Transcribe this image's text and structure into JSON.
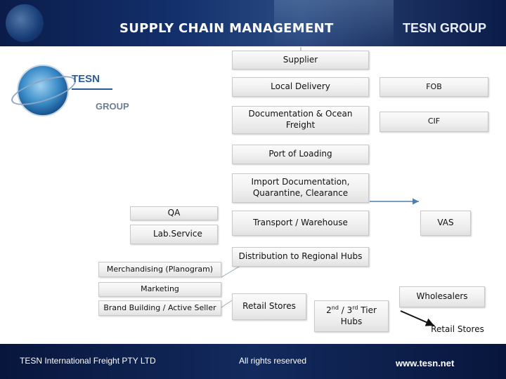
{
  "header": {
    "title": "SUPPLY CHAIN MANAGEMENT",
    "brand": "TESN GROUP"
  },
  "logo": {
    "tesn": "TESN",
    "group": "GROUP"
  },
  "flow": {
    "supplier": "Supplier",
    "local_delivery": "Local Delivery",
    "doc_ocean_line1": "Documentation & Ocean",
    "doc_ocean_line2": "Freight",
    "port_of_loading": "Port of Loading",
    "import_line1": "Import Documentation,",
    "import_line2": "Quarantine, Clearance",
    "transport_warehouse": "Transport / Warehouse",
    "distribution": "Distribution to Regional Hubs",
    "retail_stores": "Retail Stores"
  },
  "terms": {
    "fob": "FOB",
    "cif": "CIF",
    "vas": "VAS"
  },
  "quality": {
    "qa": "QA",
    "lab_service": "Lab.Service"
  },
  "marketing": {
    "merchandising": "Merchandising (Planogram)",
    "marketing": "Marketing",
    "brand_building": "Brand Building / Active Seller"
  },
  "tiers": {
    "tier_prefix_2": "2",
    "tier_sup_2": "nd",
    "tier_sep": " / ",
    "tier_prefix_3": "3",
    "tier_sup_3": "rd",
    "tier_suffix": " Tier",
    "hubs": "Hubs",
    "wholesalers": "Wholesalers",
    "retail_stores": "Retail Stores"
  },
  "footer": {
    "company": "TESN International Freight PTY LTD",
    "rights": "All rights reserved",
    "website": "www.tesn.net"
  },
  "colors": {
    "banner": "#13306c",
    "arrow": "#4a7fb5",
    "box_gradient_top": "#fbfbfb",
    "box_gradient_bottom": "#e2e2e2"
  }
}
